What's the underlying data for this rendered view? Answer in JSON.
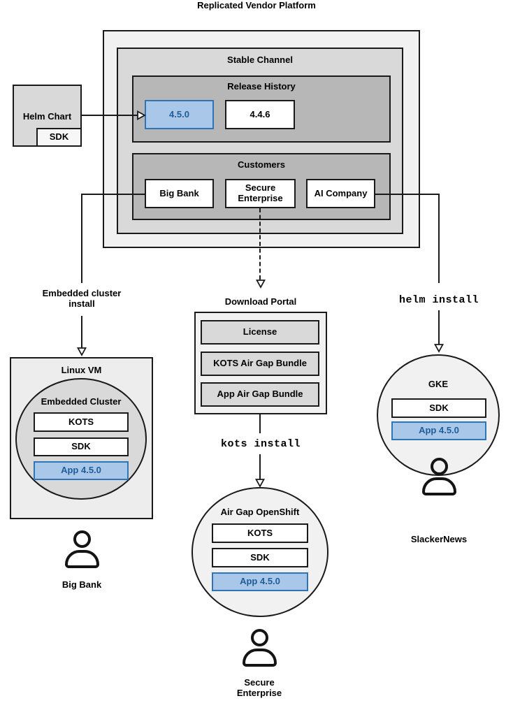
{
  "title": "Replicated Vendor Platform",
  "colors": {
    "highlight_fill": "#a9c7e8",
    "highlight_border": "#2e75b6",
    "highlight_text": "#1f5c99"
  },
  "platform": {
    "stable_channel_label": "Stable Channel",
    "release_history": {
      "label": "Release History",
      "current_release": "4.5.0",
      "previous_release": "4.4.6"
    },
    "customers": {
      "label": "Customers",
      "big_bank": "Big Bank",
      "secure_enterprise": "Secure Enterprise",
      "ai_company": "AI Company"
    }
  },
  "helm_chart": {
    "label": "Helm Chart",
    "sdk": "SDK"
  },
  "left_flow": {
    "arrow_label": "Embedded cluster install",
    "vm": {
      "label": "Linux VM",
      "cluster_label": "Embedded Cluster",
      "kots": "KOTS",
      "sdk": "SDK",
      "app": "App 4.5.0"
    },
    "persona": "Big Bank"
  },
  "middle_flow": {
    "portal": {
      "label": "Download Portal",
      "items": [
        "License",
        "KOTS Air Gap Bundle",
        "App Air Gap Bundle"
      ]
    },
    "command": "kots install",
    "cluster": {
      "label": "Air Gap OpenShift",
      "kots": "KOTS",
      "sdk": "SDK",
      "app": "App 4.5.0"
    },
    "persona": "Secure Enterprise"
  },
  "right_flow": {
    "command": "helm install",
    "cluster": {
      "label": "GKE",
      "sdk": "SDK",
      "app": "App 4.5.0"
    },
    "persona": "SlackerNews"
  }
}
